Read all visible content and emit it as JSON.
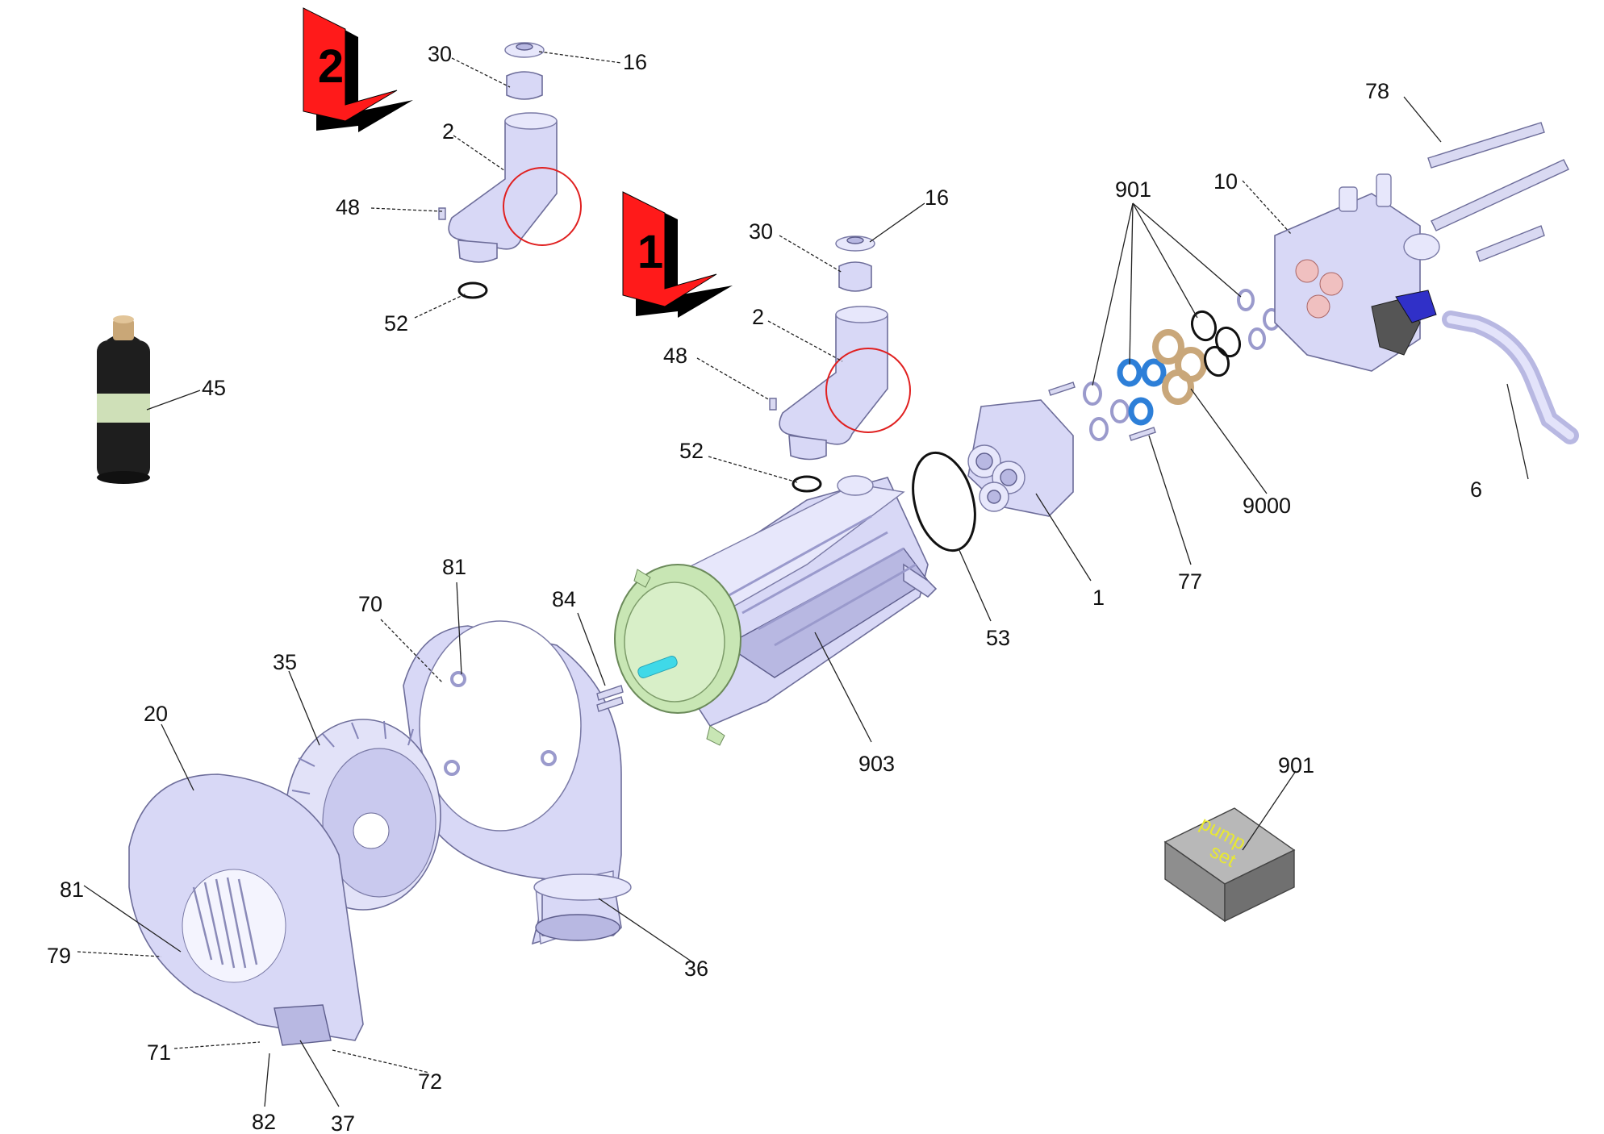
{
  "markers": [
    {
      "id": "m2",
      "label": "2"
    },
    {
      "id": "m1",
      "label": "1"
    }
  ],
  "callouts": [
    {
      "id": "c30a",
      "label": "30"
    },
    {
      "id": "c16a",
      "label": "16"
    },
    {
      "id": "c2a",
      "label": "2"
    },
    {
      "id": "c48a",
      "label": "48"
    },
    {
      "id": "c52a",
      "label": "52"
    },
    {
      "id": "c16b",
      "label": "16"
    },
    {
      "id": "c30b",
      "label": "30"
    },
    {
      "id": "c2b",
      "label": "2"
    },
    {
      "id": "c48b",
      "label": "48"
    },
    {
      "id": "c52b",
      "label": "52"
    },
    {
      "id": "c45",
      "label": "45"
    },
    {
      "id": "c901a",
      "label": "901"
    },
    {
      "id": "c10",
      "label": "10"
    },
    {
      "id": "c78",
      "label": "78"
    },
    {
      "id": "c9000",
      "label": "9000"
    },
    {
      "id": "c6",
      "label": "6"
    },
    {
      "id": "c77",
      "label": "77"
    },
    {
      "id": "c1",
      "label": "1"
    },
    {
      "id": "c53",
      "label": "53"
    },
    {
      "id": "c903",
      "label": "903"
    },
    {
      "id": "c84",
      "label": "84"
    },
    {
      "id": "c81a",
      "label": "81"
    },
    {
      "id": "c70",
      "label": "70"
    },
    {
      "id": "c35",
      "label": "35"
    },
    {
      "id": "c20",
      "label": "20"
    },
    {
      "id": "c81b",
      "label": "81"
    },
    {
      "id": "c79",
      "label": "79"
    },
    {
      "id": "c36",
      "label": "36"
    },
    {
      "id": "c71",
      "label": "71"
    },
    {
      "id": "c72",
      "label": "72"
    },
    {
      "id": "c82",
      "label": "82"
    },
    {
      "id": "c37",
      "label": "37"
    },
    {
      "id": "c901b",
      "label": "901"
    }
  ],
  "box_label": "pump\nset",
  "box_label_lines": [
    "pump",
    "set"
  ],
  "colors": {
    "marker_red": "#ff1a1a",
    "marker_shadow": "#000000",
    "part_fill": "#d8d8f6",
    "motor_green": "#c8e6b4",
    "shaft_cyan": "#3fd9e8",
    "bottle_dark": "#1e1e1e",
    "bottle_band": "#cfe0b8",
    "bottle_cap": "#c9a777",
    "box_label_yellow": "#e8e832",
    "box_gray": "#9a9a9a",
    "highlight_red": "#e02020"
  }
}
